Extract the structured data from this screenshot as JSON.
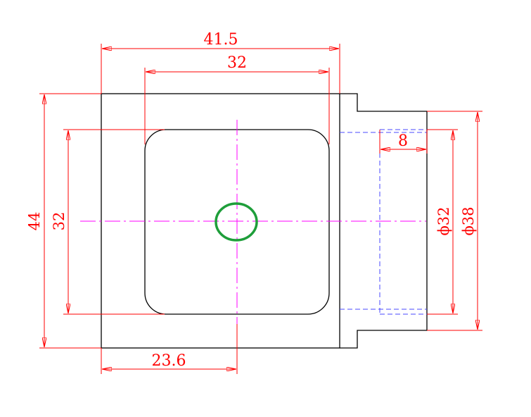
{
  "colors": {
    "outline": "#000000",
    "dimension": "#ff0000",
    "centerline": "#ff00ff",
    "hidden": "#4a4aff",
    "marker": "#1e9e3a",
    "background": "#ffffff"
  },
  "dimensions": {
    "outer_width": "41.5",
    "pocket_width": "32",
    "outer_height": "44",
    "pocket_height": "32",
    "center_offset": "23.6",
    "boss_depth": "8",
    "inner_diameter": "ϕ32",
    "outer_diameter": "ϕ38"
  }
}
